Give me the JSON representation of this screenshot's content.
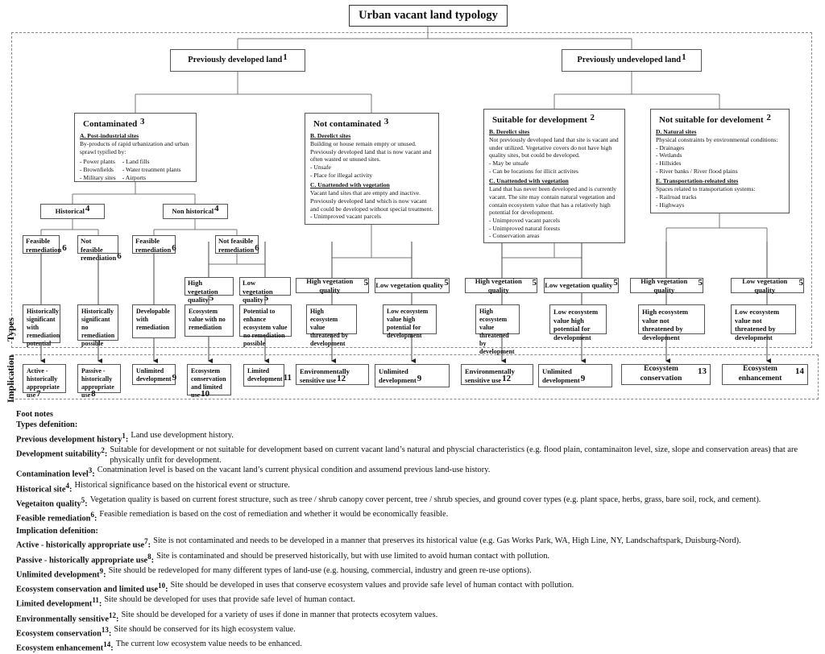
{
  "title": "Urban vacant land typology",
  "section_labels": {
    "types": "Types",
    "implication": "Implication"
  },
  "level1": [
    {
      "label": "Previously developed land",
      "sup": "1"
    },
    {
      "label": "Previously undeveloped land",
      "sup": "1"
    }
  ],
  "contaminated": {
    "heading": "Contaminated",
    "sup": "3",
    "section_title": "A.  Post-industrial sites",
    "desc": "By-products of rapid urbanization and urban sprawl typified by:",
    "items_col1": [
      "- Power plants",
      "- Brownfields",
      "- Military sites"
    ],
    "items_col2": [
      "- Land fills",
      "- Water treatment plants",
      "- Airports"
    ]
  },
  "not_contaminated": {
    "heading": "Not contaminated",
    "sup": "3",
    "sections": [
      {
        "title": "B.  Derelict sites",
        "desc": "Building or house remain empty or unused. Previously developed land that is now vacant and often wasted or unused sites.",
        "items": [
          "- Unsafe",
          "- Place for illegal activity"
        ]
      },
      {
        "title": "C.  Unattended with vegetation",
        "desc": "Vacant land sites that are empty and inactive. Previously developed land which is now vacant and could be developed without special treatment.",
        "items": [
          "- Unimproved vacant parcels"
        ]
      }
    ]
  },
  "suitable": {
    "heading": "Suitable for development",
    "sup": "2",
    "sections": [
      {
        "title": "B.  Derelict sites",
        "desc": "Not previously developed land that site is vacant and under utilized. Vegetative covers do not have high quality sites, but could be developed.",
        "items": [
          "- May be unsafe",
          "- Can be locations for illicit activites"
        ]
      },
      {
        "title": "C.  Unattended with vegetation",
        "desc": "Land that has never been developed and is currently vacant. The site may contain natural vegetation  and contain ecosystem value that has a relatively high potential for development.",
        "items": [
          "- Unimproved vacant parcels",
          "- Unimproved natural forests",
          "- Conservation areas"
        ]
      }
    ]
  },
  "not_suitable": {
    "heading": "Not suitable for develoment",
    "sup": "2",
    "sections": [
      {
        "title": "D.  Natural sites",
        "desc": "Physical constraints by environmental conditions:",
        "items": [
          "- Drainages",
          "- Wetlands",
          "- Hillsides",
          "- River banks / River flood plains"
        ]
      },
      {
        "title": "E.  Transportation-releated sites",
        "desc": "Spaces related to transportation systems:",
        "items": [
          "- Railroad tracks",
          "- Highways"
        ]
      }
    ]
  },
  "nodes": [
    {
      "label": "Historical",
      "sup": "4"
    },
    {
      "label": "Non historical",
      "sup": "4"
    },
    {
      "label": "Feasible remediation",
      "sup": "6"
    },
    {
      "label": "Not feasible remediation",
      "sup": "6"
    },
    {
      "label": "Feasible remediation",
      "sup": "6"
    },
    {
      "label": "Not feasible remediation",
      "sup": "6"
    },
    {
      "label": "High vegetation quality",
      "sup": "5"
    },
    {
      "label": "Low vegetation quality",
      "sup": "5"
    },
    {
      "label": "High vegetation quality",
      "sup": "5"
    },
    {
      "label": "Low vegetation quality",
      "sup": "5"
    },
    {
      "label": "High vegetation quality",
      "sup": "5"
    },
    {
      "label": "Low vegetation quality",
      "sup": "5"
    },
    {
      "label": "High vegetation quality",
      "sup": "5"
    },
    {
      "label": "Low vegetation quality",
      "sup": "5"
    }
  ],
  "types": [
    "Historically significant with remediation potential",
    "Historically significant no remediation possible",
    "Developable with remediation",
    "Ecosystem value with no remediation",
    "Potential to enhance ecosystem value no remediation possible",
    "High ecosystem value threatened by development",
    "Low ecosystem value high potential for development",
    "High ecosystem value threatened by development",
    "Low ecosystem value high potential for development",
    "High ecosystem value not threatened by development",
    "Low ecosystem value not threatened by development"
  ],
  "implications": [
    {
      "label": "Active - historically appropriate use",
      "sup": "7"
    },
    {
      "label": "Passive - historically appropriate use",
      "sup": "8"
    },
    {
      "label": "Unlimited development",
      "sup": "9"
    },
    {
      "label": "Ecosystem conservation and limited use",
      "sup": "10"
    },
    {
      "label": "Limited development",
      "sup": "11"
    },
    {
      "label": "Environmentally sensitive use",
      "sup": "12"
    },
    {
      "label": "Unlimited development",
      "sup": "9"
    },
    {
      "label": "Environmentally sensitive use",
      "sup": "12"
    },
    {
      "label": "Unlimited development",
      "sup": "9"
    },
    {
      "label": "Ecosystem conservation",
      "sup": "13"
    },
    {
      "label": "Ecosystem enhancement",
      "sup": "14"
    }
  ],
  "footnotes": {
    "heading": "Foot notes",
    "types_heading": "Types defenition:",
    "types": [
      {
        "term": "Previous development history",
        "sup": "1",
        "text": "Land use development history."
      },
      {
        "term": "Development suitability",
        "sup": "2",
        "text": "Suitable for development or not suitable for development based on current vacant land’s natural and physcial characteristics (e.g. flood plain, contaminaiton level, size, slope and conservation areas) that are physically unfit for development."
      },
      {
        "term": "Contamination level",
        "sup": "3",
        "text": "Conatmination level is based on the vacant land’s current physical condition and assumend previous land-use history."
      },
      {
        "term": "Historical site",
        "sup": "4",
        "text": "Historical significance based on the historical event or structure."
      },
      {
        "term": "Vegetaiton quality",
        "sup": "5",
        "text": "Vegetation quality is based on current forest structure, such as tree / shrub canopy cover percent, tree / shrub species, and ground cover types (e.g. plant space, herbs, grass, bare soil, rock, and cement)."
      },
      {
        "term": "Feasible remediation",
        "sup": "6",
        "text": "Feasible remediation is based on the cost of remediation and whether it would be economically feasible."
      }
    ],
    "implication_heading": "Implication defenition:",
    "implications": [
      {
        "term": "Active - historically appropriate use",
        "sup": "7",
        "text": "Site is not contaminated and needs to be developed in a manner that preserves its historical value (e.g. Gas Works Park, WA, High Line, NY, Landschaftspark, Duisburg-Nord)."
      },
      {
        "term": "Passive - historically appropriate use",
        "sup": "8",
        "text": "Site is contaminated and should be preserved historically, but with use limited to avoid human contact with pollution."
      },
      {
        "term": "Unlimited development",
        "sup": "9",
        "text": "Site should be redeveloped for many different types of land-use (e.g. housing, commercial, industry and green re-use options)."
      },
      {
        "term": "Ecosystem conservation and limited use",
        "sup": "10",
        "text": "Site should be developed in uses that conserve ecosystem values and provide safe level of human contact with pollution."
      },
      {
        "term": "Limited development",
        "sup": "11",
        "text": "Site should be developed for uses that provide safe level of human contact."
      },
      {
        "term": "Environmentally sensitive",
        "sup": "12",
        "text": "Site should be developed for a variety of uses if done in manner that protects ecosytem values."
      },
      {
        "term": "Ecosystem conservation",
        "sup": "13",
        "text": "Site should be conserved for its high ecosystem value."
      },
      {
        "term": "Ecosystem enhancement",
        "sup": "14",
        "text": "The current low ecosystem value needs to be enhanced."
      }
    ]
  }
}
